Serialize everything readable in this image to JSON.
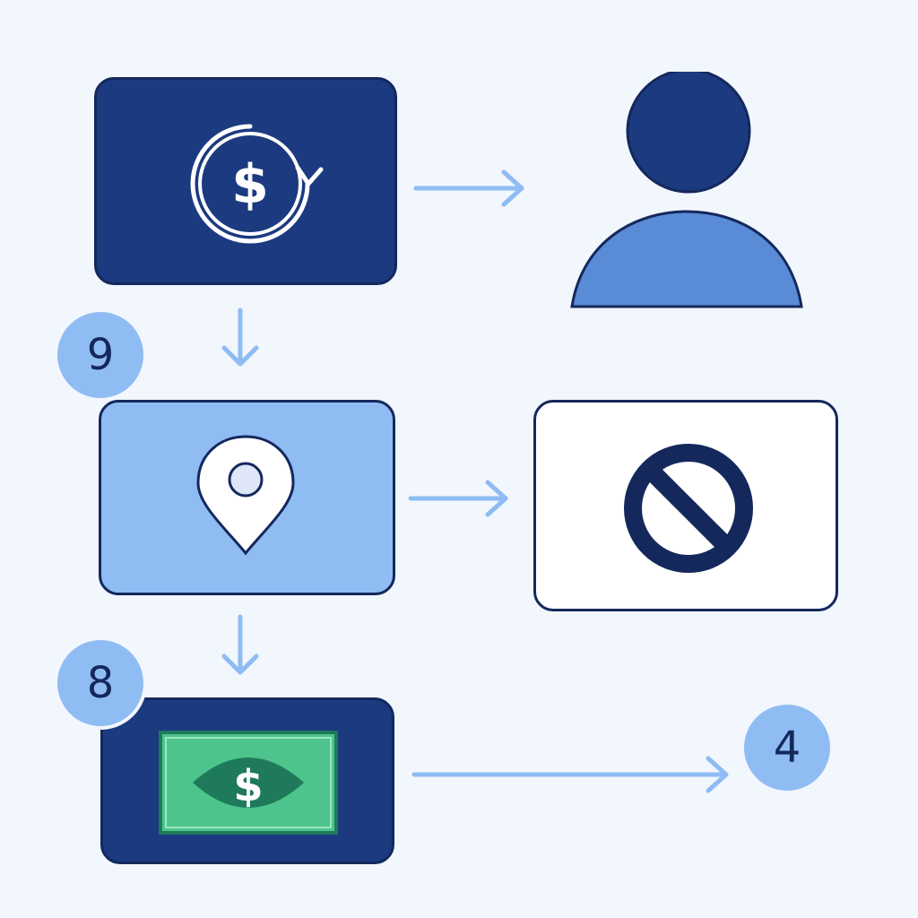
{
  "colors": {
    "background": "#f2f6fd",
    "dark_navy": "#1b3a80",
    "outline": "#14285c",
    "light_blue": "#8ebcf3",
    "mid_blue": "#5a8bd6",
    "arrow_blue": "#8ebcf3",
    "badge_fill": "#8fbdf3",
    "money_green": "#4cc48c",
    "money_dark_green": "#1e7a5b"
  },
  "nodes": [
    {
      "id": "recurring-payment",
      "icon": "dollar-refresh-icon",
      "fill": "#1b3a80"
    },
    {
      "id": "person",
      "icon": "person-icon"
    },
    {
      "id": "location",
      "icon": "location-pin-icon",
      "fill": "#8ebcf3"
    },
    {
      "id": "prohibited",
      "icon": "prohibited-icon",
      "fill": "#ffffff"
    },
    {
      "id": "cash",
      "icon": "banknote-icon",
      "fill": "#1b3a80"
    }
  ],
  "badges": {
    "step_a": "9",
    "step_b": "8",
    "step_c": "4"
  },
  "edges": [
    {
      "from": "recurring-payment",
      "to": "person"
    },
    {
      "from": "recurring-payment",
      "to": "location"
    },
    {
      "from": "location",
      "to": "prohibited"
    },
    {
      "from": "location",
      "to": "cash"
    },
    {
      "from": "cash",
      "to": "step_c"
    }
  ]
}
